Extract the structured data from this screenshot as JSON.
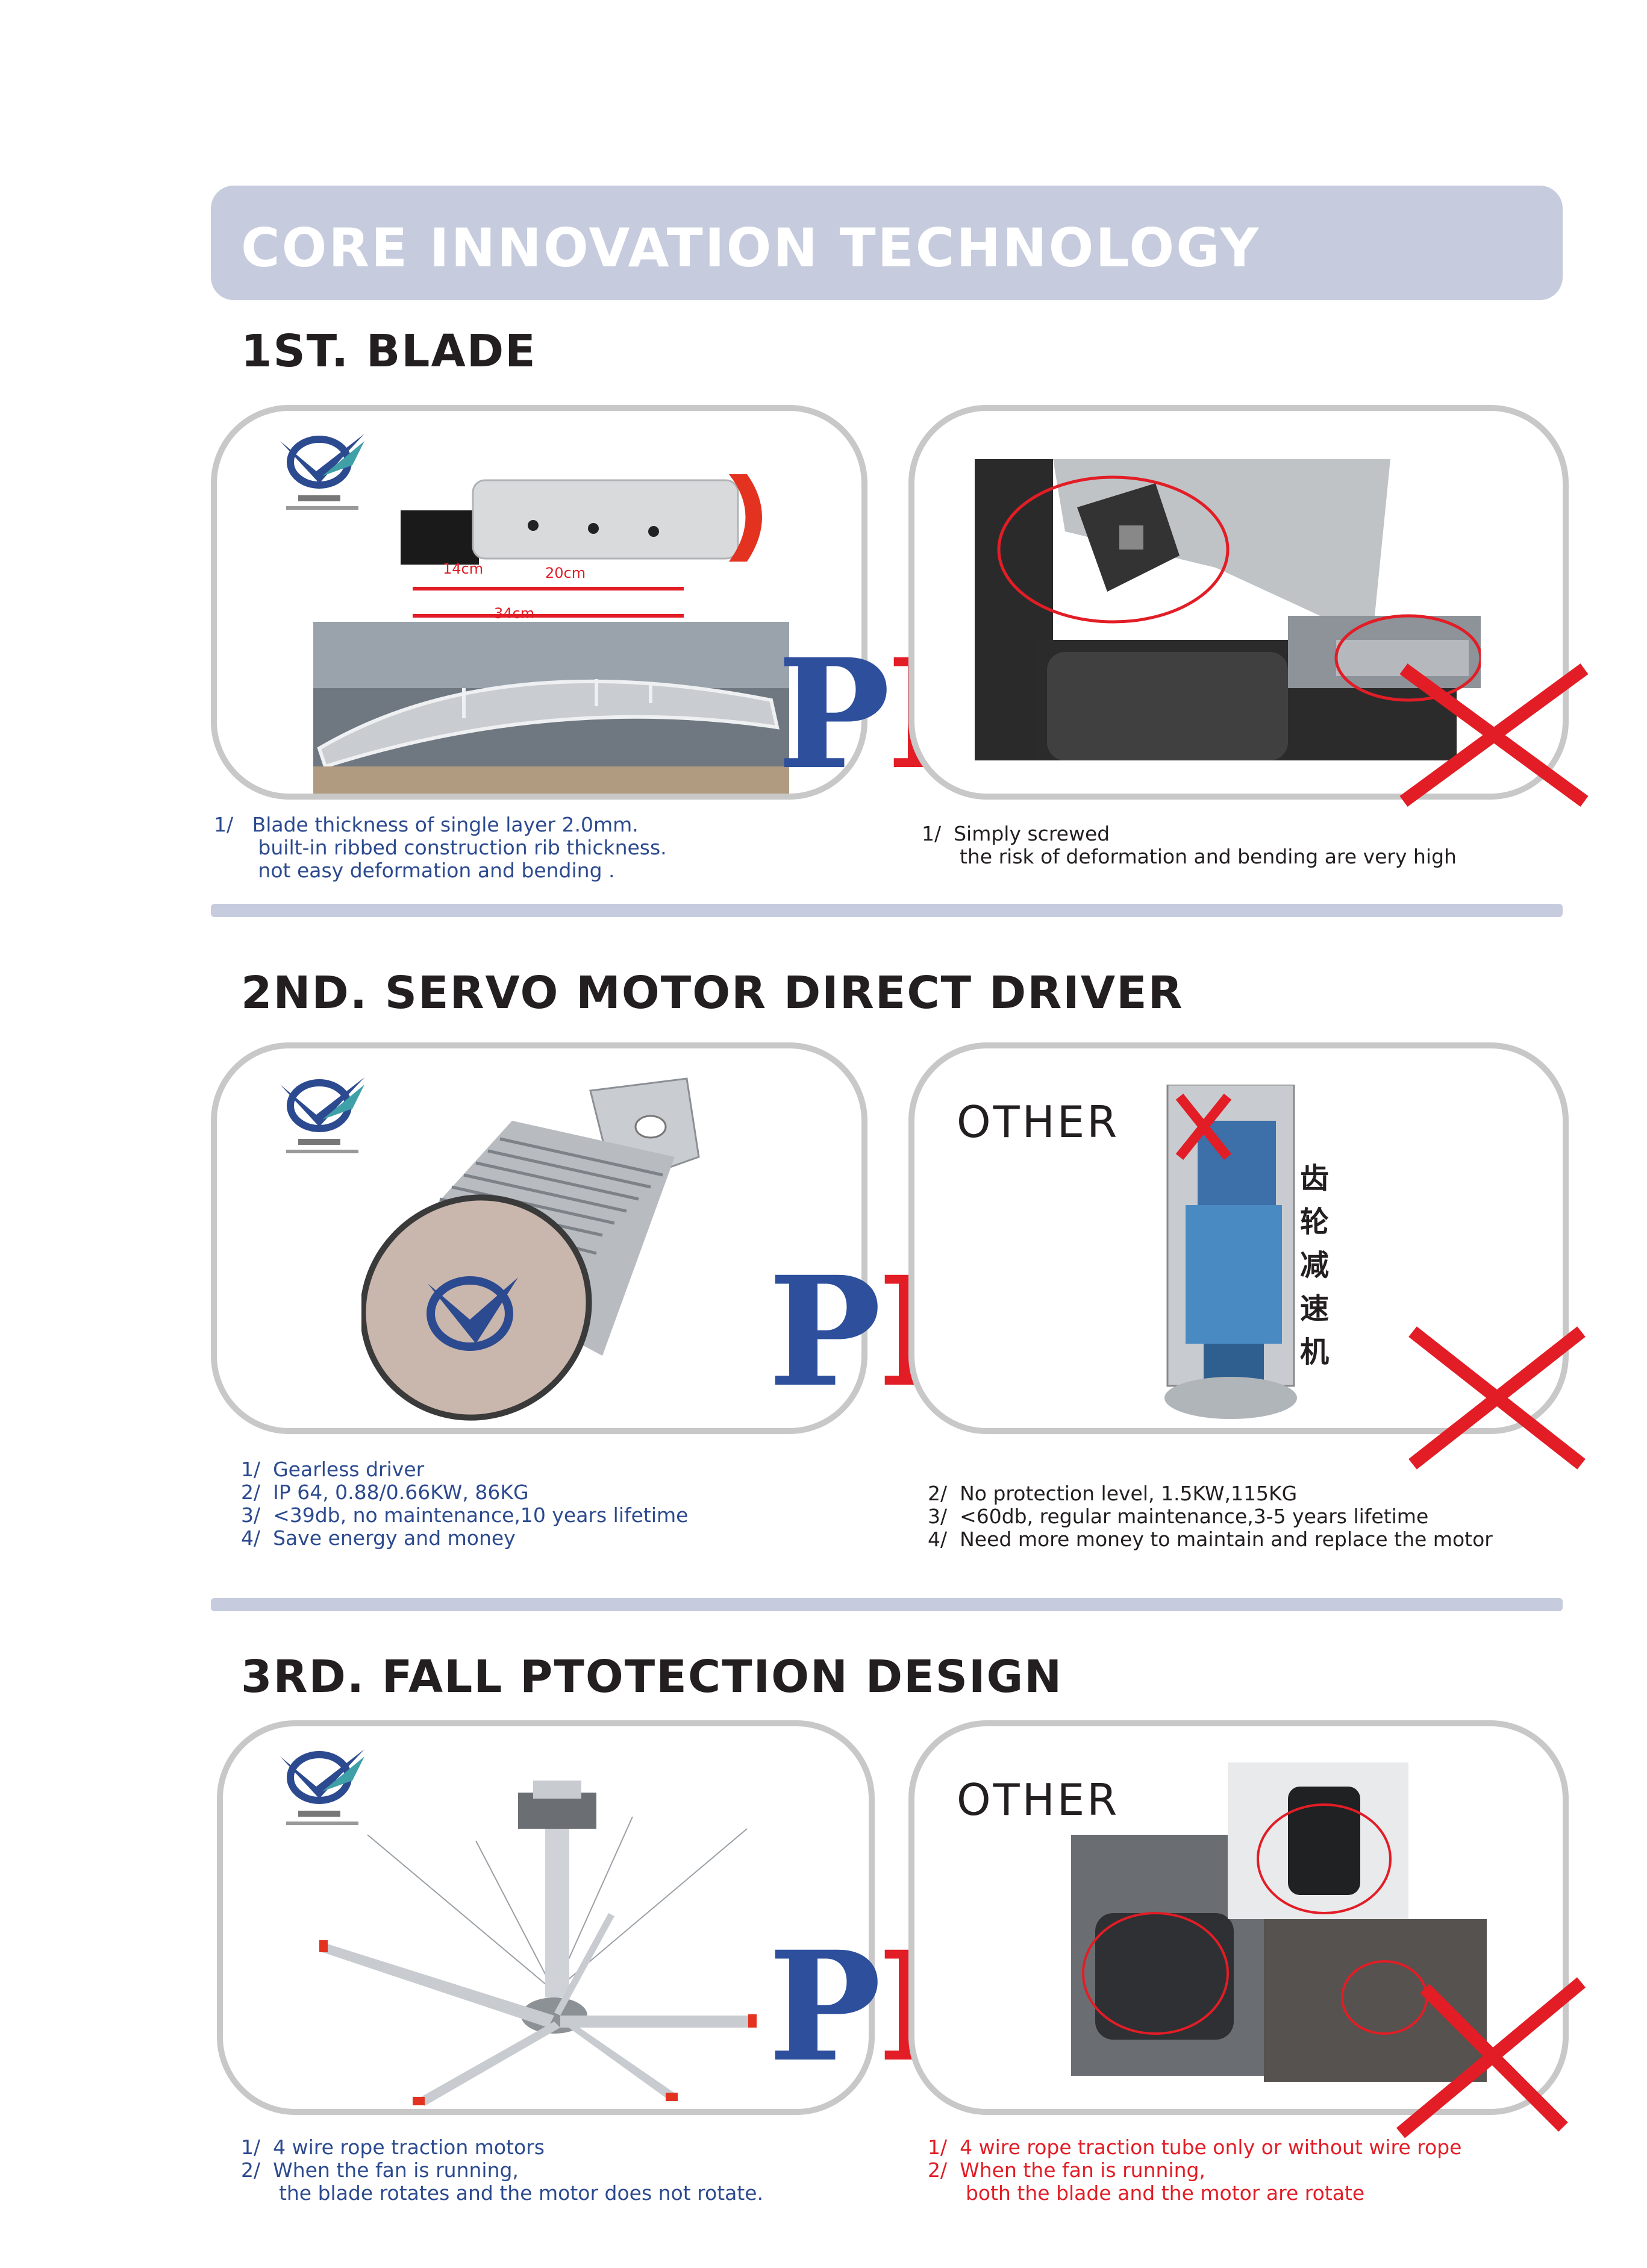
{
  "header": {
    "title": "CORE INNOVATION TECHNOLOGY"
  },
  "pk": {
    "p": "P",
    "k": "K"
  },
  "section1": {
    "title": "1ST. BLADE",
    "dims": {
      "a": "14cm",
      "b": "20cm",
      "c": "34cm"
    },
    "left_caption": [
      "1/   Blade thickness of single layer 2.0mm.",
      "       built-in ribbed construction rib thickness.",
      "       not easy deformation and bending ."
    ],
    "right_caption": [
      "1/  Simply screwed",
      "      the risk of deformation and bending are very high"
    ]
  },
  "section2": {
    "title": "2ND. SERVO MOTOR DIRECT DRIVER",
    "other_label": "OTHER",
    "gear_chars": [
      "齿",
      "轮",
      "减",
      "速",
      "机"
    ],
    "left_caption": [
      "1/  Gearless driver",
      "2/  IP 64, 0.88/0.66KW, 86KG",
      "3/  <39db, no maintenance,10 years lifetime",
      "4/  Save energy and money"
    ],
    "right_caption": [
      "2/  No protection level, 1.5KW,115KG",
      "3/  <60db, regular maintenance,3-5 years lifetime",
      "4/  Need more money to maintain and replace the motor"
    ]
  },
  "section3": {
    "title": "3RD. FALL PTOTECTION DESIGN",
    "other_label": "OTHER",
    "left_caption": [
      "1/  4 wire rope traction motors",
      "2/  When the fan is running,",
      "      the blade rotates and the motor does not rotate."
    ],
    "right_caption": [
      "1/  4 wire rope traction tube only or without wire rope",
      "2/  When the fan is running,",
      "      both the blade and the motor are rotate"
    ]
  },
  "colors": {
    "accent": "#c6ccde",
    "blue": "#2c4a8f",
    "red": "#e21d26",
    "border": "#c8c8c8"
  }
}
